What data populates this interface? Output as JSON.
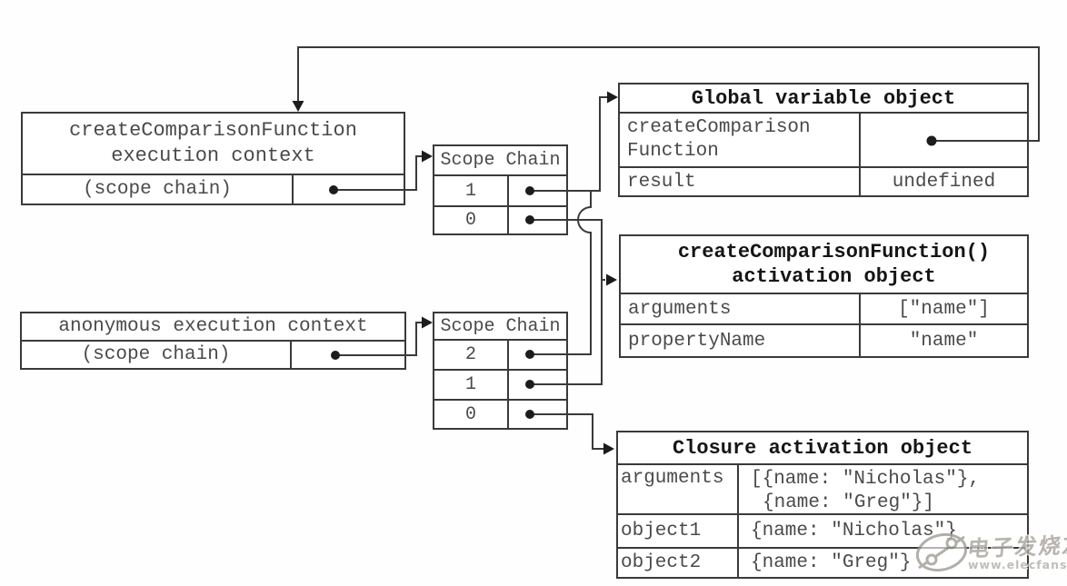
{
  "colors": {
    "line": "#3a3a3a",
    "text": "#4a4a4a",
    "header_text": "#151515",
    "background": "#ffffff",
    "watermark": "#a9a59f"
  },
  "exec_context_1": {
    "title_line1": "createComparisonFunction",
    "title_line2": "execution context",
    "scope_chain_label": "(scope chain)"
  },
  "scope_chain_1": {
    "header": "Scope Chain",
    "rows": [
      "1",
      "0"
    ]
  },
  "global_object": {
    "header": "Global variable object",
    "row1_key_line1": "createComparison",
    "row1_key_line2": "Function",
    "row2_key": "result",
    "row2_value": "undefined"
  },
  "activation_object": {
    "header_line1": "createComparisonFunction()",
    "header_line2": "activation object",
    "row1_key": "arguments",
    "row1_value": "[\"name\"]",
    "row2_key": "propertyName",
    "row2_value": "\"name\""
  },
  "exec_context_2": {
    "title": "anonymous execution context",
    "scope_chain_label": "(scope chain)"
  },
  "scope_chain_2": {
    "header": "Scope Chain",
    "rows": [
      "2",
      "1",
      "0"
    ]
  },
  "closure_object": {
    "header": "Closure activation object",
    "row1_key": "arguments",
    "row1_value_line1": "[{name: \"Nicholas\"},",
    "row1_value_line2": "{name: \"Greg\"}]",
    "row2_key": "object1",
    "row2_value": "{name: \"Nicholas\"}",
    "row3_key": "object2",
    "row3_value": "{name: \"Greg\"}"
  },
  "watermark": {
    "brand": "电子发烧友",
    "url": "www.elecfans.com"
  }
}
